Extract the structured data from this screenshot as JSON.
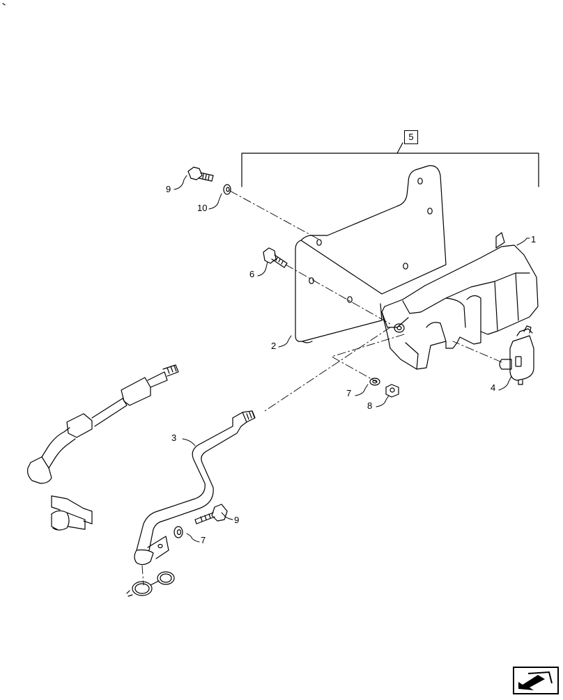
{
  "callouts": {
    "c1": "1",
    "c2": "2",
    "c3": "3",
    "c4": "4",
    "c5": "5",
    "c6": "6",
    "c7a": "7",
    "c7b": "7",
    "c8": "8",
    "c9a": "9",
    "c9b": "9",
    "c10": "10"
  },
  "nav": {
    "icon": "arrow-next-icon"
  },
  "colors": {
    "line": "#000000",
    "background": "#ffffff"
  }
}
